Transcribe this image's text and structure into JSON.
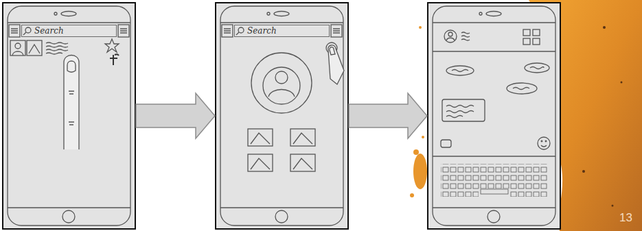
{
  "diagram": {
    "nodes": [
      {
        "text": []
      },
      {
        "text": [
          "Search"
        ],
        "in": 0
      },
      {
        "text": []
      },
      {
        "text": [
          "Search"
        ],
        "in": 2
      },
      {
        "text": []
      }
    ],
    "edges": [
      {
        "from": 0,
        "to": 2,
        "arrow": "to"
      },
      {
        "from": 2,
        "to": 4,
        "arrow": "to"
      }
    ],
    "labels": [
      "13"
    ]
  }
}
